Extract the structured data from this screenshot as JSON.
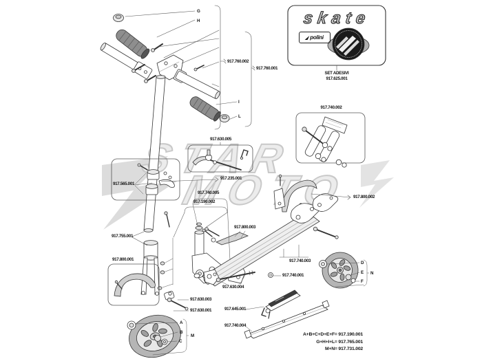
{
  "watermark": {
    "line1": "STAR",
    "line2": "MOTO"
  },
  "logo_box": {
    "brand": "skate",
    "sub_brand": "polini",
    "caption_line1": "SET ADESIVI",
    "caption_line2": "917.625.001"
  },
  "labels": {
    "grip_cap_left": "G",
    "grip_left": "H",
    "grip_right": "I",
    "grip_cap_right": "L",
    "handlebar_clamp_kit": "917.760.002",
    "handlebar_kit": "917.760.001",
    "rear_fork_kit": "917.740.002",
    "brake_lever_kit": "917.630.005",
    "folding_clamp_kit": "917.565.001",
    "steering_tube": "917.235.001",
    "fork_hinge_kit": "917.740.005",
    "headset_kit": "917.190.002",
    "rear_mudguard": "917.800.002",
    "brake_pedal": "917.800.003",
    "fork_tube": "917.755.001",
    "front_mudguard_kit": "917.800.001",
    "deck_kit": "917.740.003",
    "washer_part": "917.740.001",
    "brake_axle": "917.630.004",
    "brake_caliper_a": "917.630.003",
    "brake_caliper_b": "917.630.001",
    "stand": "917.645.001",
    "rear_rail": "917.740.004",
    "wheel_front_hub": "A",
    "wheel_front_nut": "B",
    "wheel_front_washer": "C",
    "wheel_front_group": "M",
    "wheel_rear_washer": "D",
    "wheel_rear_bolt": "E",
    "wheel_rear_nut": "F",
    "wheel_rear_group": "N"
  },
  "kits": {
    "line1": "A+B+C+D+E+F= 917.190.001",
    "line2": "G+H+I+L= 917.765.001",
    "line3": "M+N= 917.731.002"
  }
}
